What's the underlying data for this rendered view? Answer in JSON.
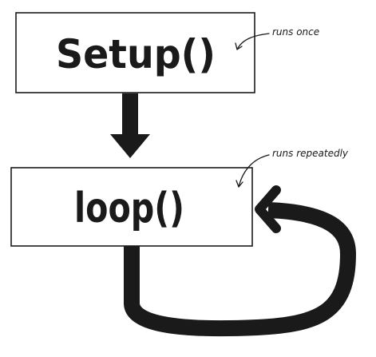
{
  "nodes": {
    "setup": {
      "label": "Setup()",
      "note": "runs once"
    },
    "loop": {
      "label": "loop()",
      "note": "runs repeatedly"
    }
  },
  "colors": {
    "ink": "#1a1a1a",
    "background": "#ffffff"
  },
  "icons": {
    "down_arrow": "down-arrow-icon",
    "loop_back_arrow": "loop-back-arrow-icon"
  }
}
